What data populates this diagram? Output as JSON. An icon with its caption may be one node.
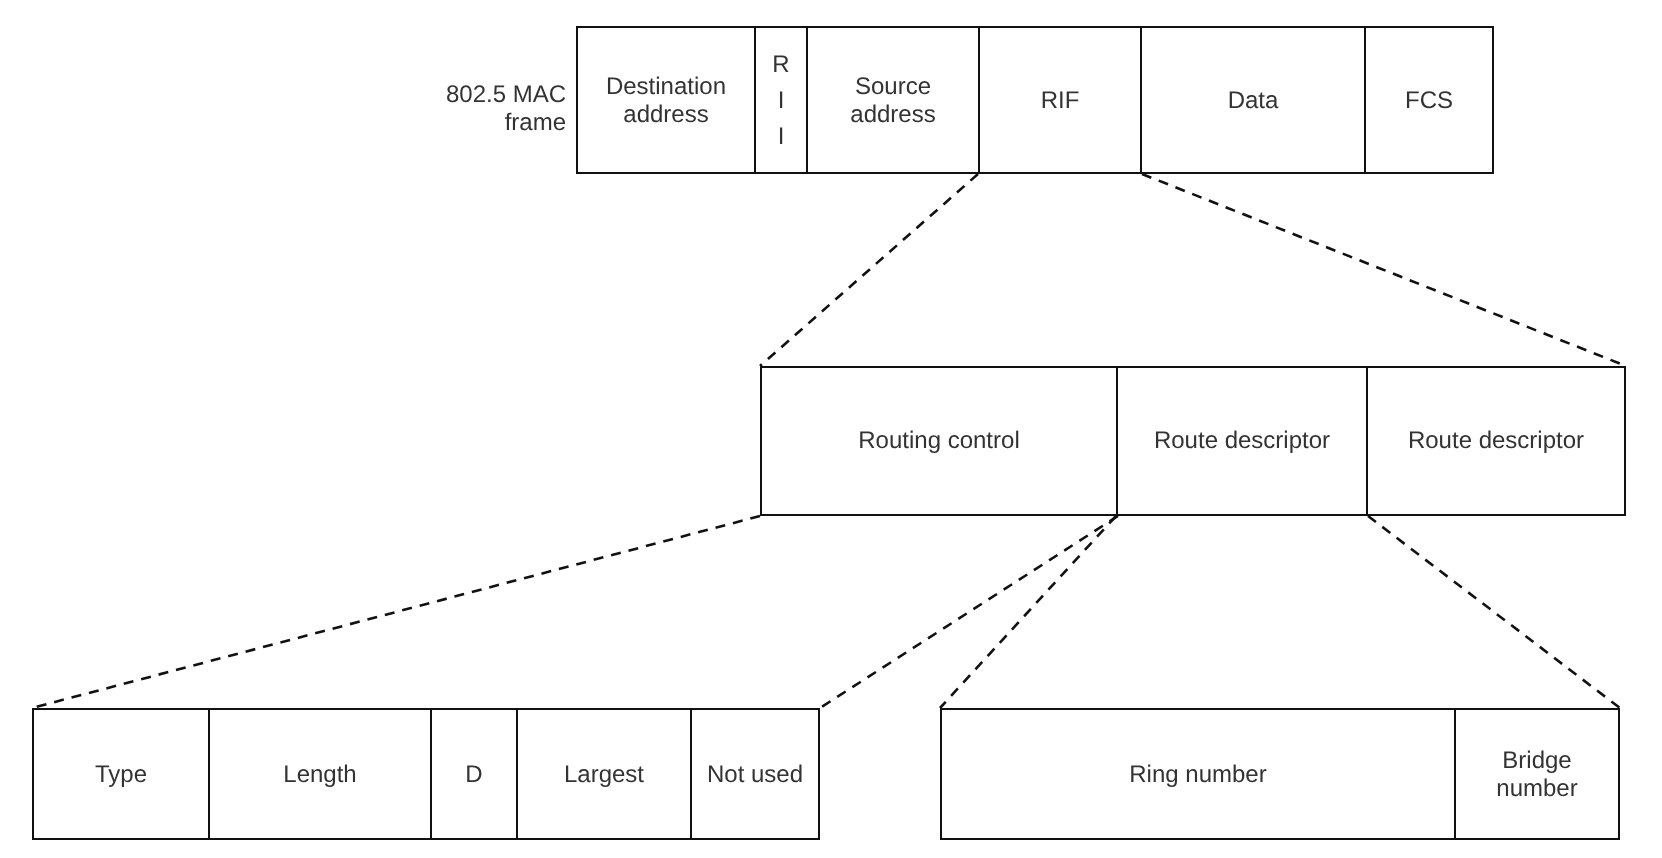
{
  "diagram": {
    "nodes": [
      {
        "text": [
          "Destination address"
        ]
      },
      {
        "text": [
          "R I I"
        ]
      },
      {
        "text": [
          "Source address"
        ]
      },
      {
        "text": [
          "RIF"
        ]
      },
      {
        "text": [
          "Data"
        ]
      },
      {
        "text": [
          "FCS"
        ]
      },
      {
        "text": [
          "Routing control"
        ]
      },
      {
        "text": [
          "Route descriptor"
        ]
      },
      {
        "text": [
          "Route descriptor"
        ]
      },
      {
        "text": [
          "Type"
        ]
      },
      {
        "text": [
          "Length"
        ]
      },
      {
        "text": [
          "D"
        ]
      },
      {
        "text": [
          "Largest"
        ]
      },
      {
        "text": [
          "Not used"
        ]
      },
      {
        "text": [
          "Ring number"
        ]
      },
      {
        "text": [
          "Bridge number"
        ]
      }
    ],
    "edges": [
      {
        "from": 3,
        "to": 6,
        "arrow": "none",
        "style": "dashed"
      },
      {
        "from": 3,
        "to": 8,
        "arrow": "none",
        "style": "dashed"
      },
      {
        "from": 6,
        "to": 9,
        "arrow": "none",
        "style": "dashed"
      },
      {
        "from": 6,
        "to": 13,
        "arrow": "none",
        "style": "dashed"
      },
      {
        "from": 7,
        "to": 14,
        "arrow": "none",
        "style": "dashed"
      },
      {
        "from": 7,
        "to": 15,
        "arrow": "none",
        "style": "dashed"
      }
    ],
    "labels": [
      "802.5 MAC frame"
    ]
  }
}
